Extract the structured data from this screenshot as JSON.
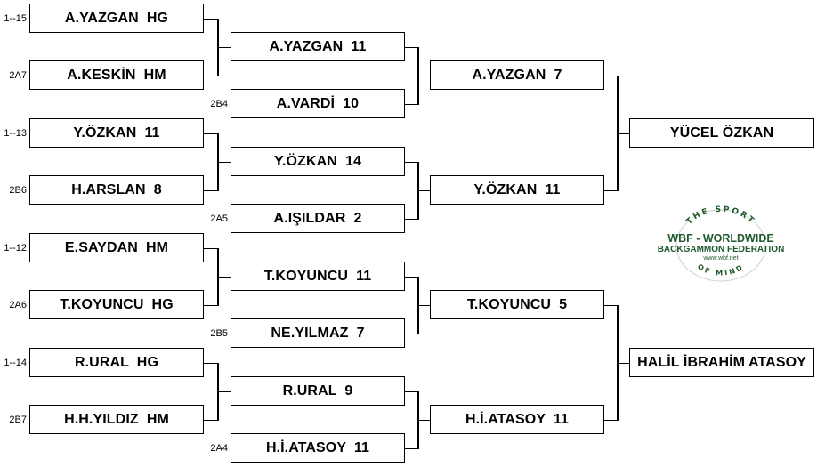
{
  "bracket": {
    "round1": [
      {
        "seed": "1--15",
        "name": "A.YAZGAN  HG"
      },
      {
        "seed": "2A7",
        "name": "A.KESKİN  HM"
      },
      {
        "seed": "1--13",
        "name": "Y.ÖZKAN  11"
      },
      {
        "seed": "2B6",
        "name": "H.ARSLAN  8"
      },
      {
        "seed": "1--12",
        "name": "E.SAYDAN  HM"
      },
      {
        "seed": "2A6",
        "name": "T.KOYUNCU  HG"
      },
      {
        "seed": "1--14",
        "name": "R.URAL  HG"
      },
      {
        "seed": "2B7",
        "name": "H.H.YILDIZ  HM"
      }
    ],
    "round2": [
      {
        "seed": "",
        "name": "A.YAZGAN  11"
      },
      {
        "seed": "2B4",
        "name": "A.VARDİ  10"
      },
      {
        "seed": "",
        "name": "Y.ÖZKAN  14"
      },
      {
        "seed": "2A5",
        "name": "A.IŞILDAR  2"
      },
      {
        "seed": "",
        "name": "T.KOYUNCU  11"
      },
      {
        "seed": "2B5",
        "name": "NE.YILMAZ  7"
      },
      {
        "seed": "",
        "name": "R.URAL  9"
      },
      {
        "seed": "2A4",
        "name": "H.İ.ATASOY  11"
      }
    ],
    "round3": [
      {
        "name": "A.YAZGAN  7"
      },
      {
        "name": "Y.ÖZKAN  11"
      },
      {
        "name": "T.KOYUNCU  5"
      },
      {
        "name": "H.İ.ATASOY  11"
      }
    ],
    "round4": [
      {
        "name": "YÜCEL ÖZKAN"
      },
      {
        "name": "HALİL İBRAHİM ATASOY"
      }
    ]
  },
  "logo": {
    "top_arc": "THE SPORT",
    "bottom_arc": "OF MIND",
    "line1": "WBF - WORLDWIDE",
    "line2": "BACKGAMMON FEDERATION",
    "url": "www.wbf.net",
    "color": "#1f5a2e"
  }
}
